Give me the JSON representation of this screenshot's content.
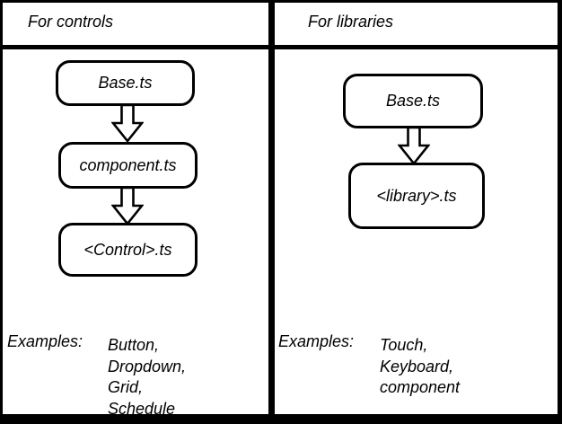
{
  "diagram": {
    "colors": {
      "line": "#000000",
      "background": "#ffffff"
    },
    "left_panel": {
      "title": "For controls",
      "nodes": [
        "Base.ts",
        "component.ts",
        "<Control>.ts"
      ],
      "examples_label": "Examples:",
      "examples": [
        "Button,",
        "Dropdown,",
        "Grid,",
        "Schedule"
      ]
    },
    "right_panel": {
      "title": "For libraries",
      "nodes": [
        "Base.ts",
        "<library>.ts"
      ],
      "examples_label": "Examples:",
      "examples": [
        "Touch,",
        "Keyboard,",
        "component"
      ]
    },
    "icons": {
      "arrow": "down-arrow"
    }
  }
}
